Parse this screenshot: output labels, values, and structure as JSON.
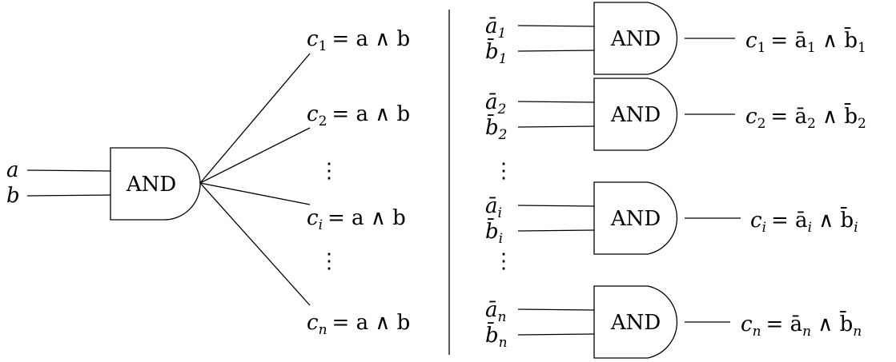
{
  "left": {
    "inputs": [
      "a",
      "b"
    ],
    "gate_label": "AND",
    "outputs": [
      {
        "var": "c",
        "sub": "1",
        "rhs": "= a ∧ b"
      },
      {
        "var": "c",
        "sub": "2",
        "rhs": "= a ∧ b"
      },
      {
        "var": "c",
        "sub": "i",
        "rhs": "= a ∧ b"
      },
      {
        "var": "c",
        "sub": "n",
        "rhs": "= a ∧ b"
      }
    ],
    "ellipsis": "⋮"
  },
  "right": {
    "gates": [
      {
        "in_a": "ā",
        "in_b": "b̄",
        "sub": "1",
        "label": "AND",
        "out_var": "c",
        "out_rhs_a": "= ā",
        "out_rhs_b": " ∧ b̄"
      },
      {
        "in_a": "ā",
        "in_b": "b̄",
        "sub": "2",
        "label": "AND",
        "out_var": "c",
        "out_rhs_a": "= ā",
        "out_rhs_b": " ∧ b̄"
      },
      {
        "in_a": "ā",
        "in_b": "b̄",
        "sub": "i",
        "label": "AND",
        "out_var": "c",
        "out_rhs_a": "= ā",
        "out_rhs_b": " ∧ b̄"
      },
      {
        "in_a": "ā",
        "in_b": "b̄",
        "sub": "n",
        "label": "AND",
        "out_var": "c",
        "out_rhs_a": "= ā",
        "out_rhs_b": " ∧ b̄"
      }
    ],
    "ellipsis": "⋮"
  }
}
